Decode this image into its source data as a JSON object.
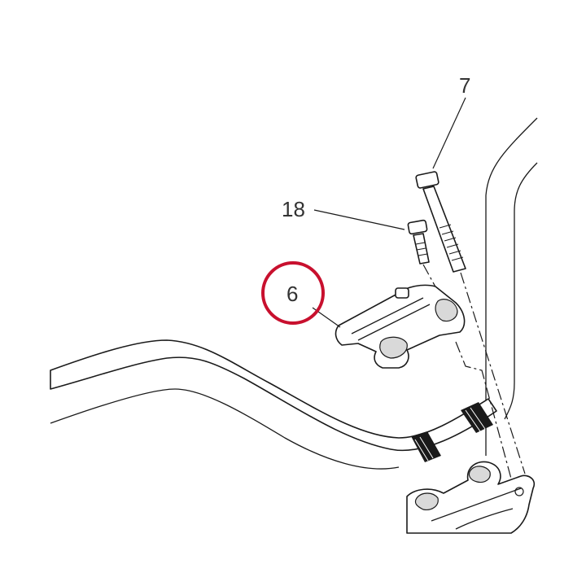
{
  "diagram": {
    "callouts": [
      {
        "id": "callout-7",
        "label": "7"
      },
      {
        "id": "callout-18",
        "label": "18"
      },
      {
        "id": "callout-6",
        "label": "6"
      }
    ],
    "highlight_color": "#c8102e",
    "line_color": "#1a1a1a"
  }
}
